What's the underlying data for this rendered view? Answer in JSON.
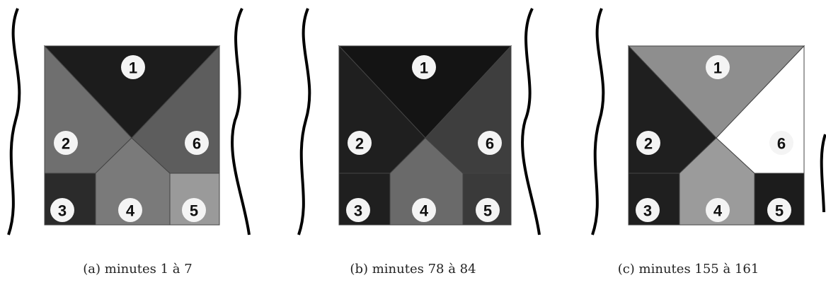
{
  "panels": [
    {
      "caption": "(a) minutes 1 à 7",
      "region_labels": [
        "1",
        "2",
        "3",
        "4",
        "5",
        "6"
      ],
      "region_colors": [
        "#1c1c1c",
        "#6f6f6f",
        "#2b2b2b",
        "#7a7a7a",
        "#9a9a9a",
        "#5d5d5d"
      ]
    },
    {
      "caption": "(b) minutes 78 à 84",
      "region_labels": [
        "1",
        "2",
        "3",
        "4",
        "5",
        "6"
      ],
      "region_colors": [
        "#141414",
        "#1f1f1f",
        "#1f1f1f",
        "#6a6a6a",
        "#3a3a3a",
        "#3e3e3e"
      ]
    },
    {
      "caption": "(c) minutes 155 à 161",
      "region_labels": [
        "1",
        "2",
        "3",
        "4",
        "5",
        "6"
      ],
      "region_colors": [
        "#8e8e8e",
        "#1f1f1f",
        "#1f1f1f",
        "#9b9b9b",
        "#1c1c1c",
        "#ffffff"
      ]
    }
  ]
}
